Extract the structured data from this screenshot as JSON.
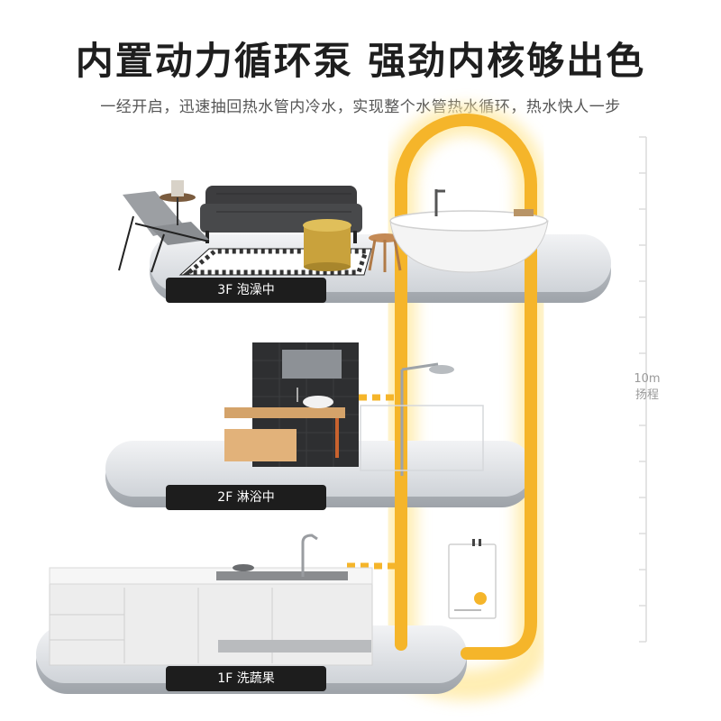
{
  "header": {
    "title": "内置动力循环泵 强劲内核够出色",
    "subtitle": "一经开启，迅速抽回热水管内冷水，实现整个水管热水循环，热水快人一步"
  },
  "floors": [
    {
      "label": "3F 泡澡中"
    },
    {
      "label": "2F 淋浴中"
    },
    {
      "label": "1F 洗蔬果"
    }
  ],
  "scale": {
    "value": "10m",
    "caption": "扬程"
  },
  "colors": {
    "pipe": "#f5b52a",
    "glow": "#ffe9a0",
    "label_bg": "#1d1d1d",
    "platform": "#e9ebee"
  }
}
